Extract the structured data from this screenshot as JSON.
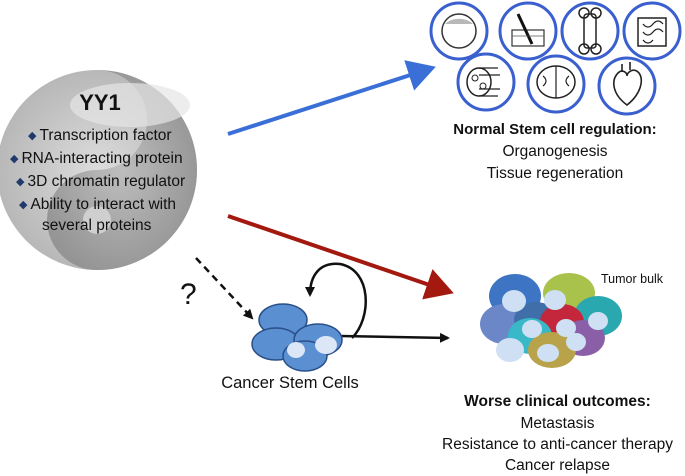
{
  "yy1": {
    "title": "YY1",
    "properties": [
      "Transcription factor",
      "RNA-interacting protein",
      "3D chromatin regulator",
      "Ability to interact with",
      "several proteins"
    ]
  },
  "icons": [
    "blastocyst-icon",
    "skin-hair-follicle-icon",
    "bone-icon",
    "intestine-icon",
    "muscle-fiber-icon",
    "brain-icon",
    "heart-icon"
  ],
  "normal": {
    "title": "Normal Stem cell regulation:",
    "lines": [
      "Organogenesis",
      "Tissue regeneration"
    ]
  },
  "tumor": {
    "label": "Tumor bulk"
  },
  "csc": {
    "label": "Cancer Stem Cells",
    "question": "?"
  },
  "worse": {
    "title": "Worse clinical outcomes:",
    "lines": [
      "Metastasis",
      "Resistance to anti-cancer therapy",
      "Cancer relapse"
    ]
  },
  "colors": {
    "blue_arrow": "#3a6fd8",
    "red_arrow": "#a3190f",
    "icon_ring": "#3a5fcf",
    "diamond": "#1f3a6b"
  }
}
